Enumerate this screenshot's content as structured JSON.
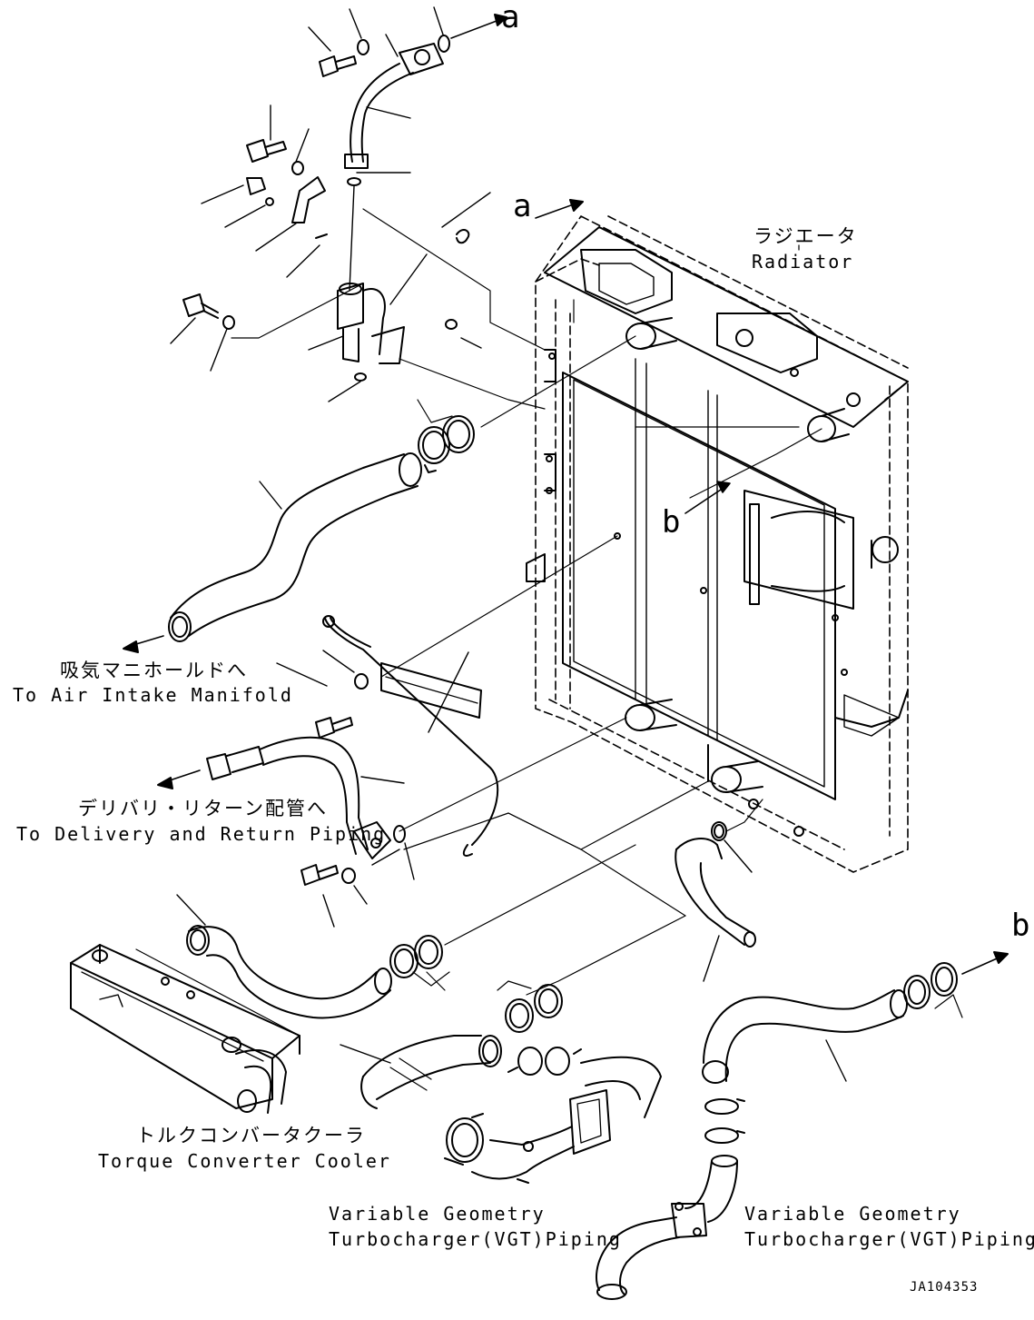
{
  "callouts": {
    "a_top": "a",
    "a_mid": "a",
    "b_mid": "b",
    "b_right": "b"
  },
  "labels": {
    "radiator_jp": "ラジエータ",
    "radiator_en": "Radiator",
    "air_intake_jp": "吸気マニホールドへ",
    "air_intake_en": "To Air Intake Manifold",
    "delivery_jp": "デリバリ・リターン配管へ",
    "delivery_en": "To Delivery and Return Piping",
    "torque_jp": "トルクコンバータクーラ",
    "torque_en": "Torque Converter Cooler",
    "vgt_left_1": "Variable Geometry",
    "vgt_left_2": "Turbocharger(VGT)Piping",
    "vgt_right_1": "Variable Geometry",
    "vgt_right_2": "Turbocharger(VGT)Piping"
  },
  "drawing_id": "JA104353"
}
